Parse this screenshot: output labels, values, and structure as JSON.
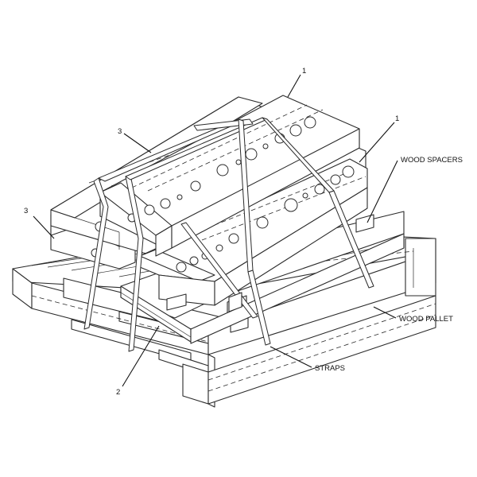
{
  "callouts": {
    "part_1_top": "1",
    "part_1_right": "1",
    "part_3_upper": "3",
    "part_3_lower": "3",
    "part_2": "2",
    "wood_spacers": "WOOD SPACERS",
    "wood_pallet": "WOOD PALLET",
    "straps": "STRAPS"
  }
}
